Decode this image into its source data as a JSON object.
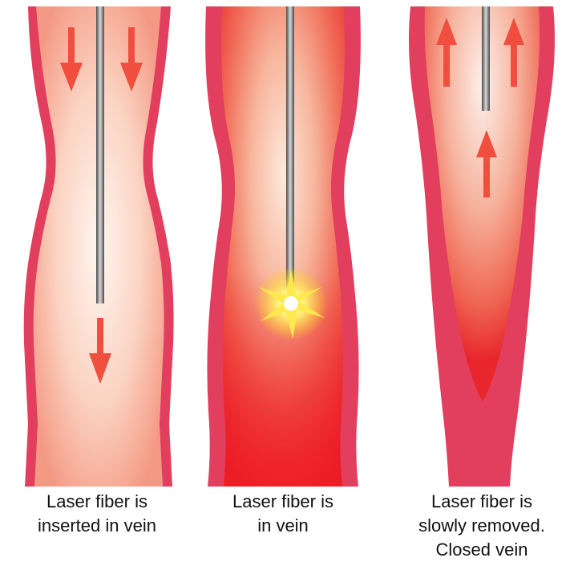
{
  "colors": {
    "vein_wall": "#e23e5e",
    "vein_inner_light": "#fdf0ea",
    "vein_inner_warm": "#f4a48a",
    "vein_hot": "#ee1c25",
    "arrow": "#f04e3e",
    "laser_flash": "#ffe94d"
  },
  "icons": {
    "arrow_down": "down-arrow-icon",
    "arrow_up": "up-arrow-icon",
    "laser_flash": "laser-flash-icon",
    "fiber": "laser-fiber"
  },
  "panels": [
    {
      "caption": "Laser fiber is\ninserted in vein",
      "arrows": "down"
    },
    {
      "caption": "Laser fiber is\nin vein",
      "arrows": "none"
    },
    {
      "caption": "Laser fiber is\nslowly removed.\nClosed vein",
      "arrows": "up"
    }
  ]
}
